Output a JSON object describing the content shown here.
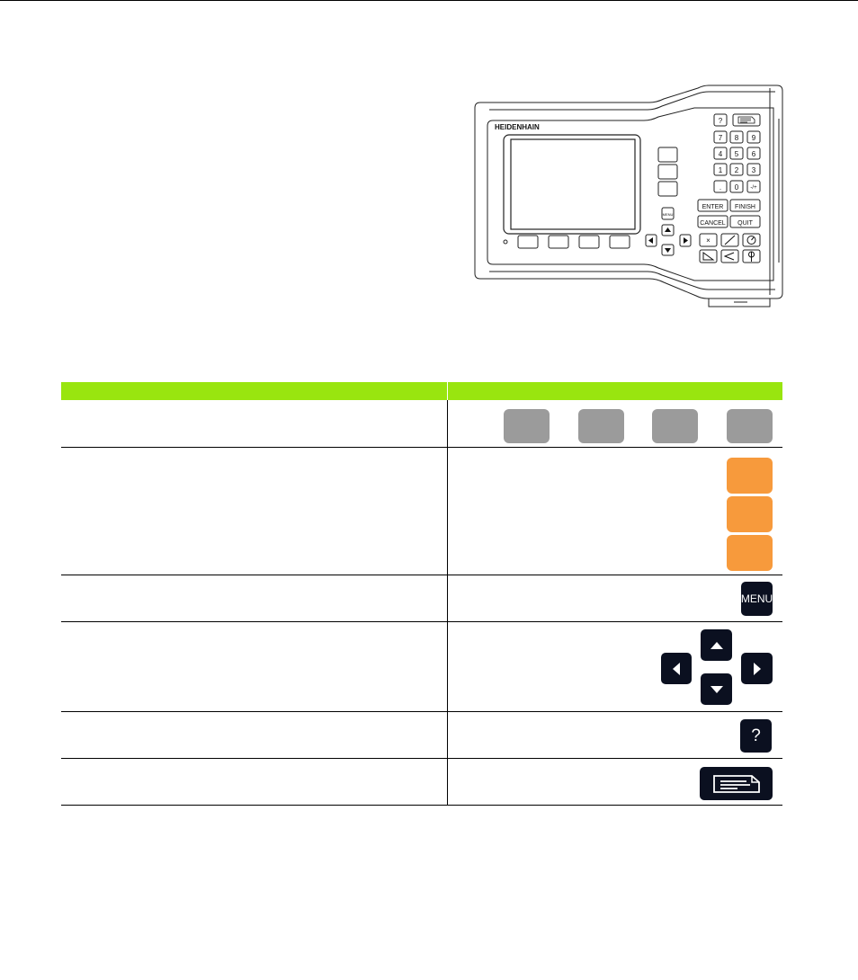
{
  "device": {
    "brand": "HEIDENHAIN",
    "keypad": {
      "help": "?",
      "digits": [
        "7",
        "8",
        "9",
        "4",
        "5",
        "6",
        "1",
        "2",
        "3",
        ".",
        "0",
        "-/+"
      ],
      "enter": "ENTER",
      "finish": "FINISH",
      "cancel": "CANCEL",
      "quit": "QUIT",
      "clear": "×"
    },
    "menu_key": "MENU"
  },
  "table": {
    "header": [
      "",
      ""
    ],
    "rows": [
      {
        "description": "",
        "keys": "softkeys"
      },
      {
        "description": "",
        "keys": "axis-keys"
      },
      {
        "description": "",
        "keys": "menu-key"
      },
      {
        "description": "",
        "keys": "arrow-keys"
      },
      {
        "description": "",
        "keys": "help-key"
      },
      {
        "description": "",
        "keys": "notes-key"
      }
    ],
    "menu_label": "MENU",
    "help_label": "?"
  },
  "colors": {
    "header_green": "#99e50f",
    "softkey_gray": "#9b9b9b",
    "axis_orange": "#f79a3c",
    "key_dark": "#0b1020"
  }
}
